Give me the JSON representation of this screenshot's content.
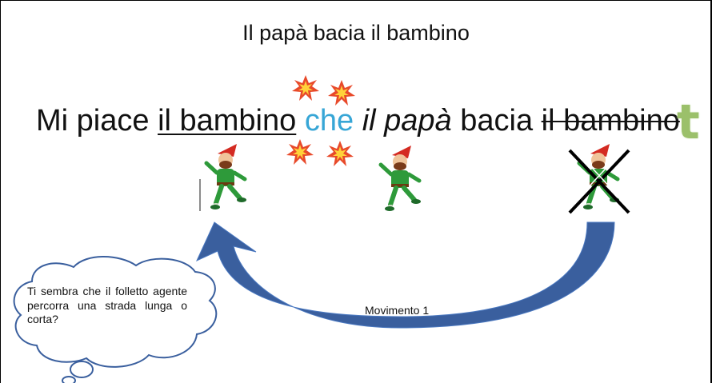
{
  "title": "Il papà bacia il bambino",
  "sentence": {
    "part1": "Mi piace ",
    "underlined": "il bambino",
    "space1": " ",
    "che": "che",
    "space2": " ",
    "italic": "il papà",
    "part2": " bacia ",
    "struck": "il bambino"
  },
  "trace_letter": "t",
  "movement_label": "Movimento 1",
  "bubble_text": "Ti sembra che il folletto agente percorra una strada lunga o corta?",
  "colors": {
    "che": "#37a6d6",
    "arrow": "#3a5f9e",
    "trace": "#9bc06a",
    "explosion": "#e8492a"
  },
  "icons": [
    "elf-left",
    "elf-middle",
    "elf-crossed",
    "explosion",
    "thought-bubble",
    "curved-arrow"
  ]
}
